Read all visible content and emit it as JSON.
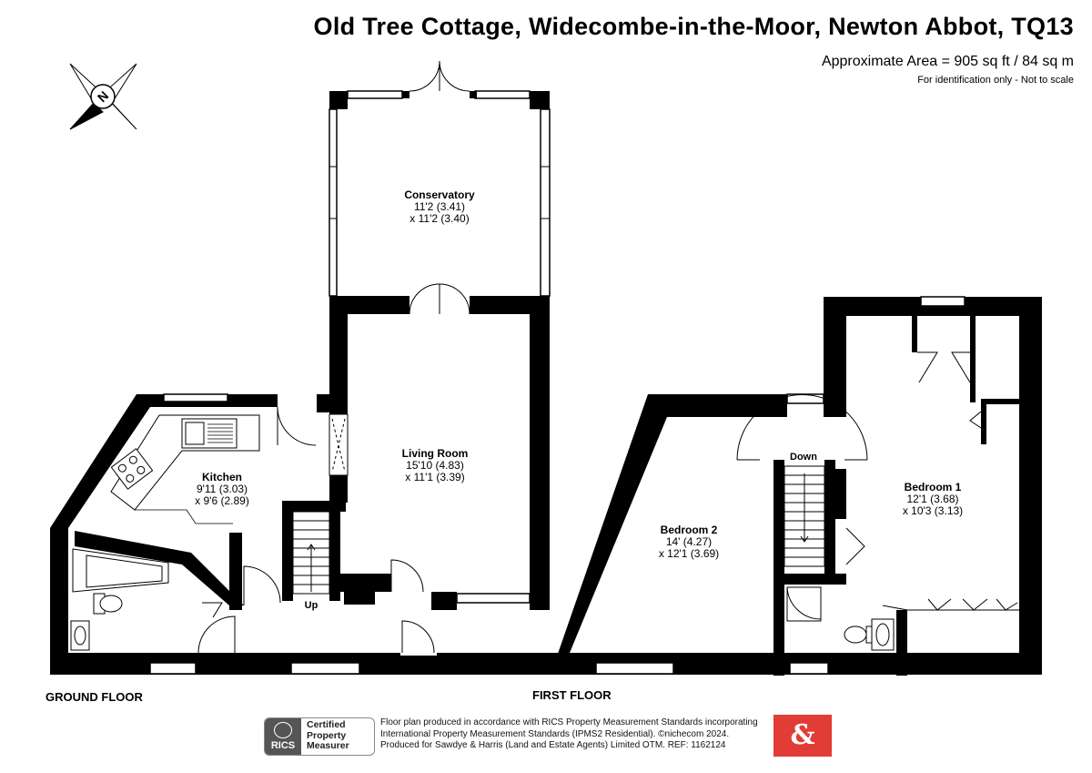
{
  "header": {
    "title": "Old Tree Cottage, Widecombe-in-the-Moor, Newton Abbot, TQ13",
    "area": "Approximate Area = 905 sq ft / 84 sq m",
    "ident": "For identification only - Not to scale"
  },
  "compass": {
    "label": "N"
  },
  "rooms": {
    "conservatory": {
      "name": "Conservatory",
      "dim1": "11'2 (3.41)",
      "dim2": "x 11'2 (3.40)"
    },
    "living": {
      "name": "Living Room",
      "dim1": "15'10 (4.83)",
      "dim2": "x 11'1 (3.39)"
    },
    "kitchen": {
      "name": "Kitchen",
      "dim1": "9'11 (3.03)",
      "dim2": "x 9'6 (2.89)"
    },
    "bedroom2": {
      "name": "Bedroom 2",
      "dim1": "14' (4.27)",
      "dim2": "x 12'1 (3.69)"
    },
    "bedroom1": {
      "name": "Bedroom 1",
      "dim1": "12'1 (3.68)",
      "dim2": "x 10'3 (3.13)"
    }
  },
  "stairs": {
    "up": "Up",
    "down": "Down"
  },
  "floors": {
    "ground": "GROUND FLOOR",
    "first": "FIRST FLOOR"
  },
  "footer": {
    "line1": "Floor plan produced in accordance with RICS Property Measurement Standards incorporating",
    "line2": "International Property Measurement Standards (IPMS2 Residential). ©nichecom 2024.",
    "line3": "Produced for Sawdye & Harris (Land and Estate Agents) Limited OTM.   REF: 1162124",
    "rics_mark": "RICS",
    "rics_cert": [
      "Certified",
      "Property",
      "Measurer"
    ],
    "logo_amp": "&"
  },
  "colors": {
    "wall": "#000000",
    "logo_red": "#e23c36",
    "rics_grey": "#555555"
  }
}
